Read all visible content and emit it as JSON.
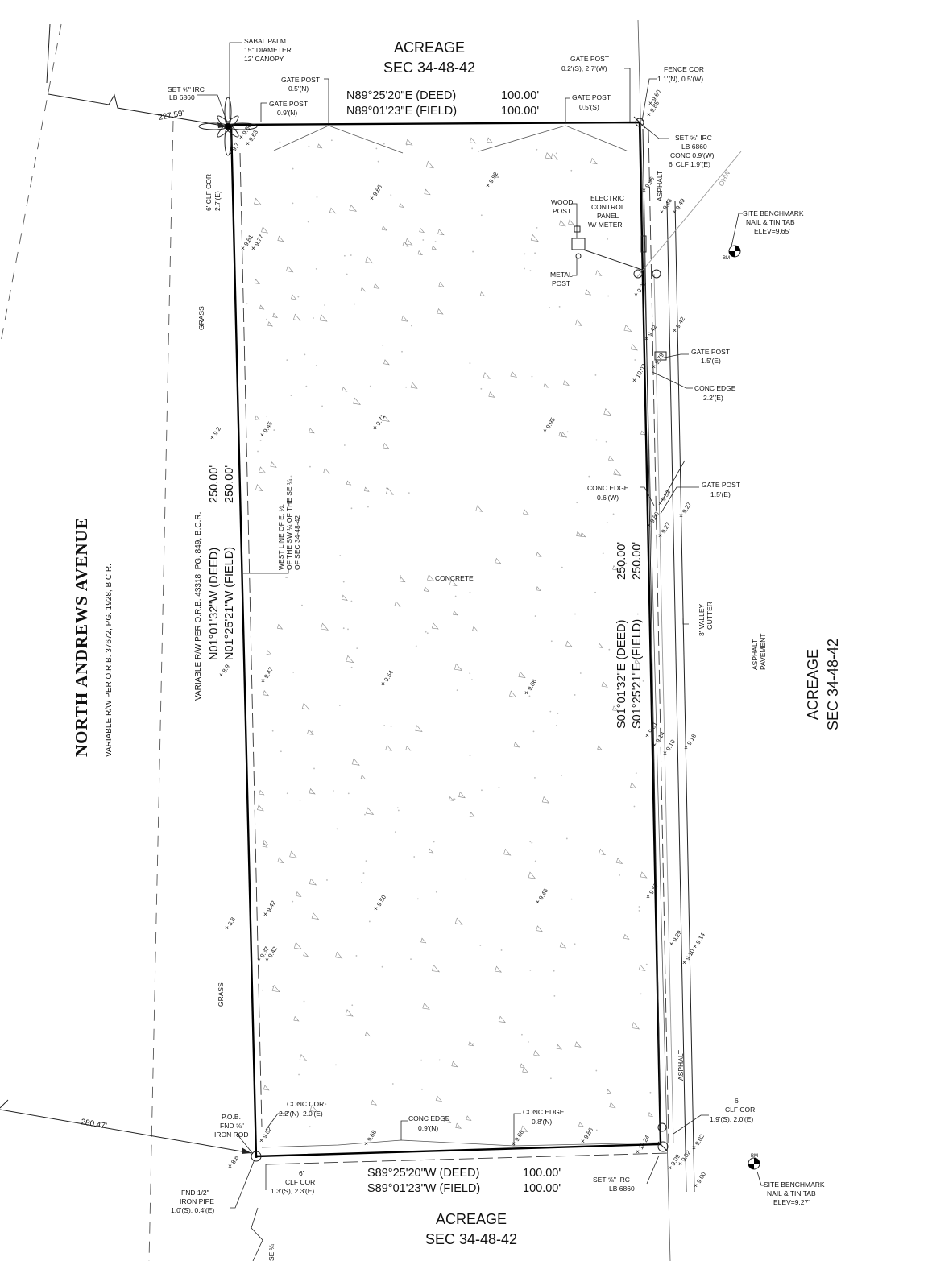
{
  "title": {
    "top_label_1": "ACREAGE",
    "top_label_2": "SEC 34-48-42",
    "bottom_label_1": "ACREAGE",
    "bottom_label_2": "SEC 34-48-42",
    "right_label_1": "ACREAGE",
    "right_label_2": "SEC 34-48-42"
  },
  "road": {
    "name": "NORTH ANDREWS AVENUE",
    "rw_note": "VARIABLE R/W PER O.R.B. 37672, PG. 1928, B.C.R.",
    "rw_note_2": "VARIABLE R/W PER O.R.B. 43318, PG. 849, B.C.R.",
    "grass_upper": "GRASS",
    "grass_lower": "GRASS"
  },
  "bearings": {
    "north_deed": "N89°25'20\"E (DEED)",
    "north_field": "N89°01'23\"E (FIELD)",
    "north_deed_dist": "100.00'",
    "north_field_dist": "100.00'",
    "south_deed": "S89°25'20\"W (DEED)",
    "south_field": "S89°01'23\"W (FIELD)",
    "south_deed_dist": "100.00'",
    "south_field_dist": "100.00'",
    "west_deed": "N01°01'32\"W (DEED)",
    "west_field": "N01°25'21\"W (FIELD)",
    "west_deed_dist": "250.00'",
    "west_field_dist": "250.00'",
    "east_deed": "S01°01'32\"E (DEED)",
    "east_field": "S01°25'21\"E (FIELD)",
    "east_deed_dist": "250.00'",
    "east_field_dist": "250.00'",
    "tie_north": "227.59'",
    "tie_south": "280.47'"
  },
  "callouts": {
    "sabal_1": "SABAL PALM",
    "sabal_2": "15\" DIAMETER",
    "sabal_3": "12' CANOPY",
    "set_irc_nw_1": "SET ⅝\" IRC",
    "set_irc_nw_2": "LB 6860",
    "gate_post_a_1": "GATE POST",
    "gate_post_a_2": "0.5'(N)",
    "gate_post_b_1": "GATE POST",
    "gate_post_b_2": "0.9'(N)",
    "clf_cor_nw": "6' CLF COR",
    "clf_cor_nw_2": "2.7'(E)",
    "gate_post_c_1": "GATE POST",
    "gate_post_c_2": "0.2'(S), 2.7'(W)",
    "gate_post_d_1": "GATE POST",
    "gate_post_d_2": "0.5'(S)",
    "fence_cor_1": "FENCE COR",
    "fence_cor_2": "1.1'(N), 0.5'(W)",
    "set_irc_ne_1": "SET ⅝\" IRC",
    "set_irc_ne_2": "LB 6860",
    "set_irc_ne_3": "CONC 0.9'(W)",
    "set_irc_ne_4": "6' CLF 1.9'(E)",
    "wood_post_1": "WOOD",
    "wood_post_2": "POST",
    "elec_1": "ELECTRIC",
    "elec_2": "CONTROL",
    "elec_3": "PANEL",
    "elec_4": "W/ METER",
    "metal_post_1": "METAL",
    "metal_post_2": "POST",
    "bm_top_1": "SITE BENCHMARK",
    "bm_top_2": "NAIL & TIN TAB",
    "bm_top_3": "ELEV=9.65'",
    "bm_bottom_1": "SITE BENCHMARK",
    "bm_bottom_2": "NAIL & TIN TAB",
    "bm_bottom_3": "ELEV=9.27'",
    "bm_symbol": "BM",
    "gate_post_e_1": "GATE POST",
    "gate_post_e_2": "1.5'(E)",
    "conc_edge_e_1": "CONC EDGE",
    "conc_edge_e_2": "2.2'(E)",
    "conc_edge_w_1": "CONC EDGE",
    "conc_edge_w_2": "0.6'(W)",
    "gate_post_f_1": "GATE POST",
    "gate_post_f_2": "1.5'(E)",
    "valley_1": "3' VALLEY",
    "valley_2": "GUTTER",
    "asphalt_pav_1": "ASPHALT",
    "asphalt_pav_2": "PAVEMENT",
    "asphalt_top": "ASPHALT",
    "asphalt_bottom": "ASPHALT",
    "concrete": "CONCRETE",
    "west_line_1": "WEST LINE OF E. ½,",
    "west_line_2": "OF THE SW ¼ OF THE SE ¼",
    "west_line_3": "OF SEC 34-48-42",
    "conc_cor_1": "CONC COR",
    "conc_cor_2": "2.2'(N), 2.0'(E)",
    "pob_1": "P.O.B.",
    "pob_2": "FND ⅝\"",
    "pob_3": "IRON ROD",
    "conc_edge_s1_1": "CONC EDGE",
    "conc_edge_s1_2": "0.9'(N)",
    "conc_edge_s2_1": "CONC EDGE",
    "conc_edge_s2_2": "0.8'(N)",
    "clf_cor_se_1": "6'",
    "clf_cor_se_2": "CLF COR",
    "clf_cor_se_3": "1.9'(S), 2.0'(E)",
    "clf_cor_sw_1": "6'",
    "clf_cor_sw_2": "CLF COR",
    "clf_cor_sw_3": "1.3'(S), 2.3'(E)",
    "fnd_pipe_1": "FND 1/2\"",
    "fnd_pipe_2": "IRON PIPE",
    "fnd_pipe_3": "1.0'(S), 0.4'(E)",
    "set_irc_se_1": "SET ⅝\" IRC",
    "set_irc_se_2": "LB 6860",
    "ohw": "OHW",
    "se_quarter_frag": "SE ¼"
  },
  "elevations": [
    "9.80",
    "9.63",
    "9.7",
    "9.66",
    "9.92",
    "9.96",
    "9.60",
    "9.85",
    "9.48",
    "9.49",
    "9.81",
    "9.77",
    "9.92",
    "9.42",
    "9.42",
    "10.03",
    "9.79",
    "9.45",
    "9.2",
    "9.71",
    "9.95",
    "9.89",
    "9.52",
    "9.27",
    "9.27",
    "9.47",
    "9.54",
    "9.86",
    "8.9",
    "9.81",
    "9.18",
    "9.14",
    "9.10",
    "9.42",
    "9.50",
    "9.46",
    "9.57",
    "8.8",
    "9.37",
    "9.42",
    "9.29",
    "9.10",
    "9.14",
    "9.82",
    "9.68",
    "9.68",
    "9.86",
    "10.24",
    "9.09",
    "9.02",
    "9.02",
    "9.00",
    "8.8"
  ]
}
